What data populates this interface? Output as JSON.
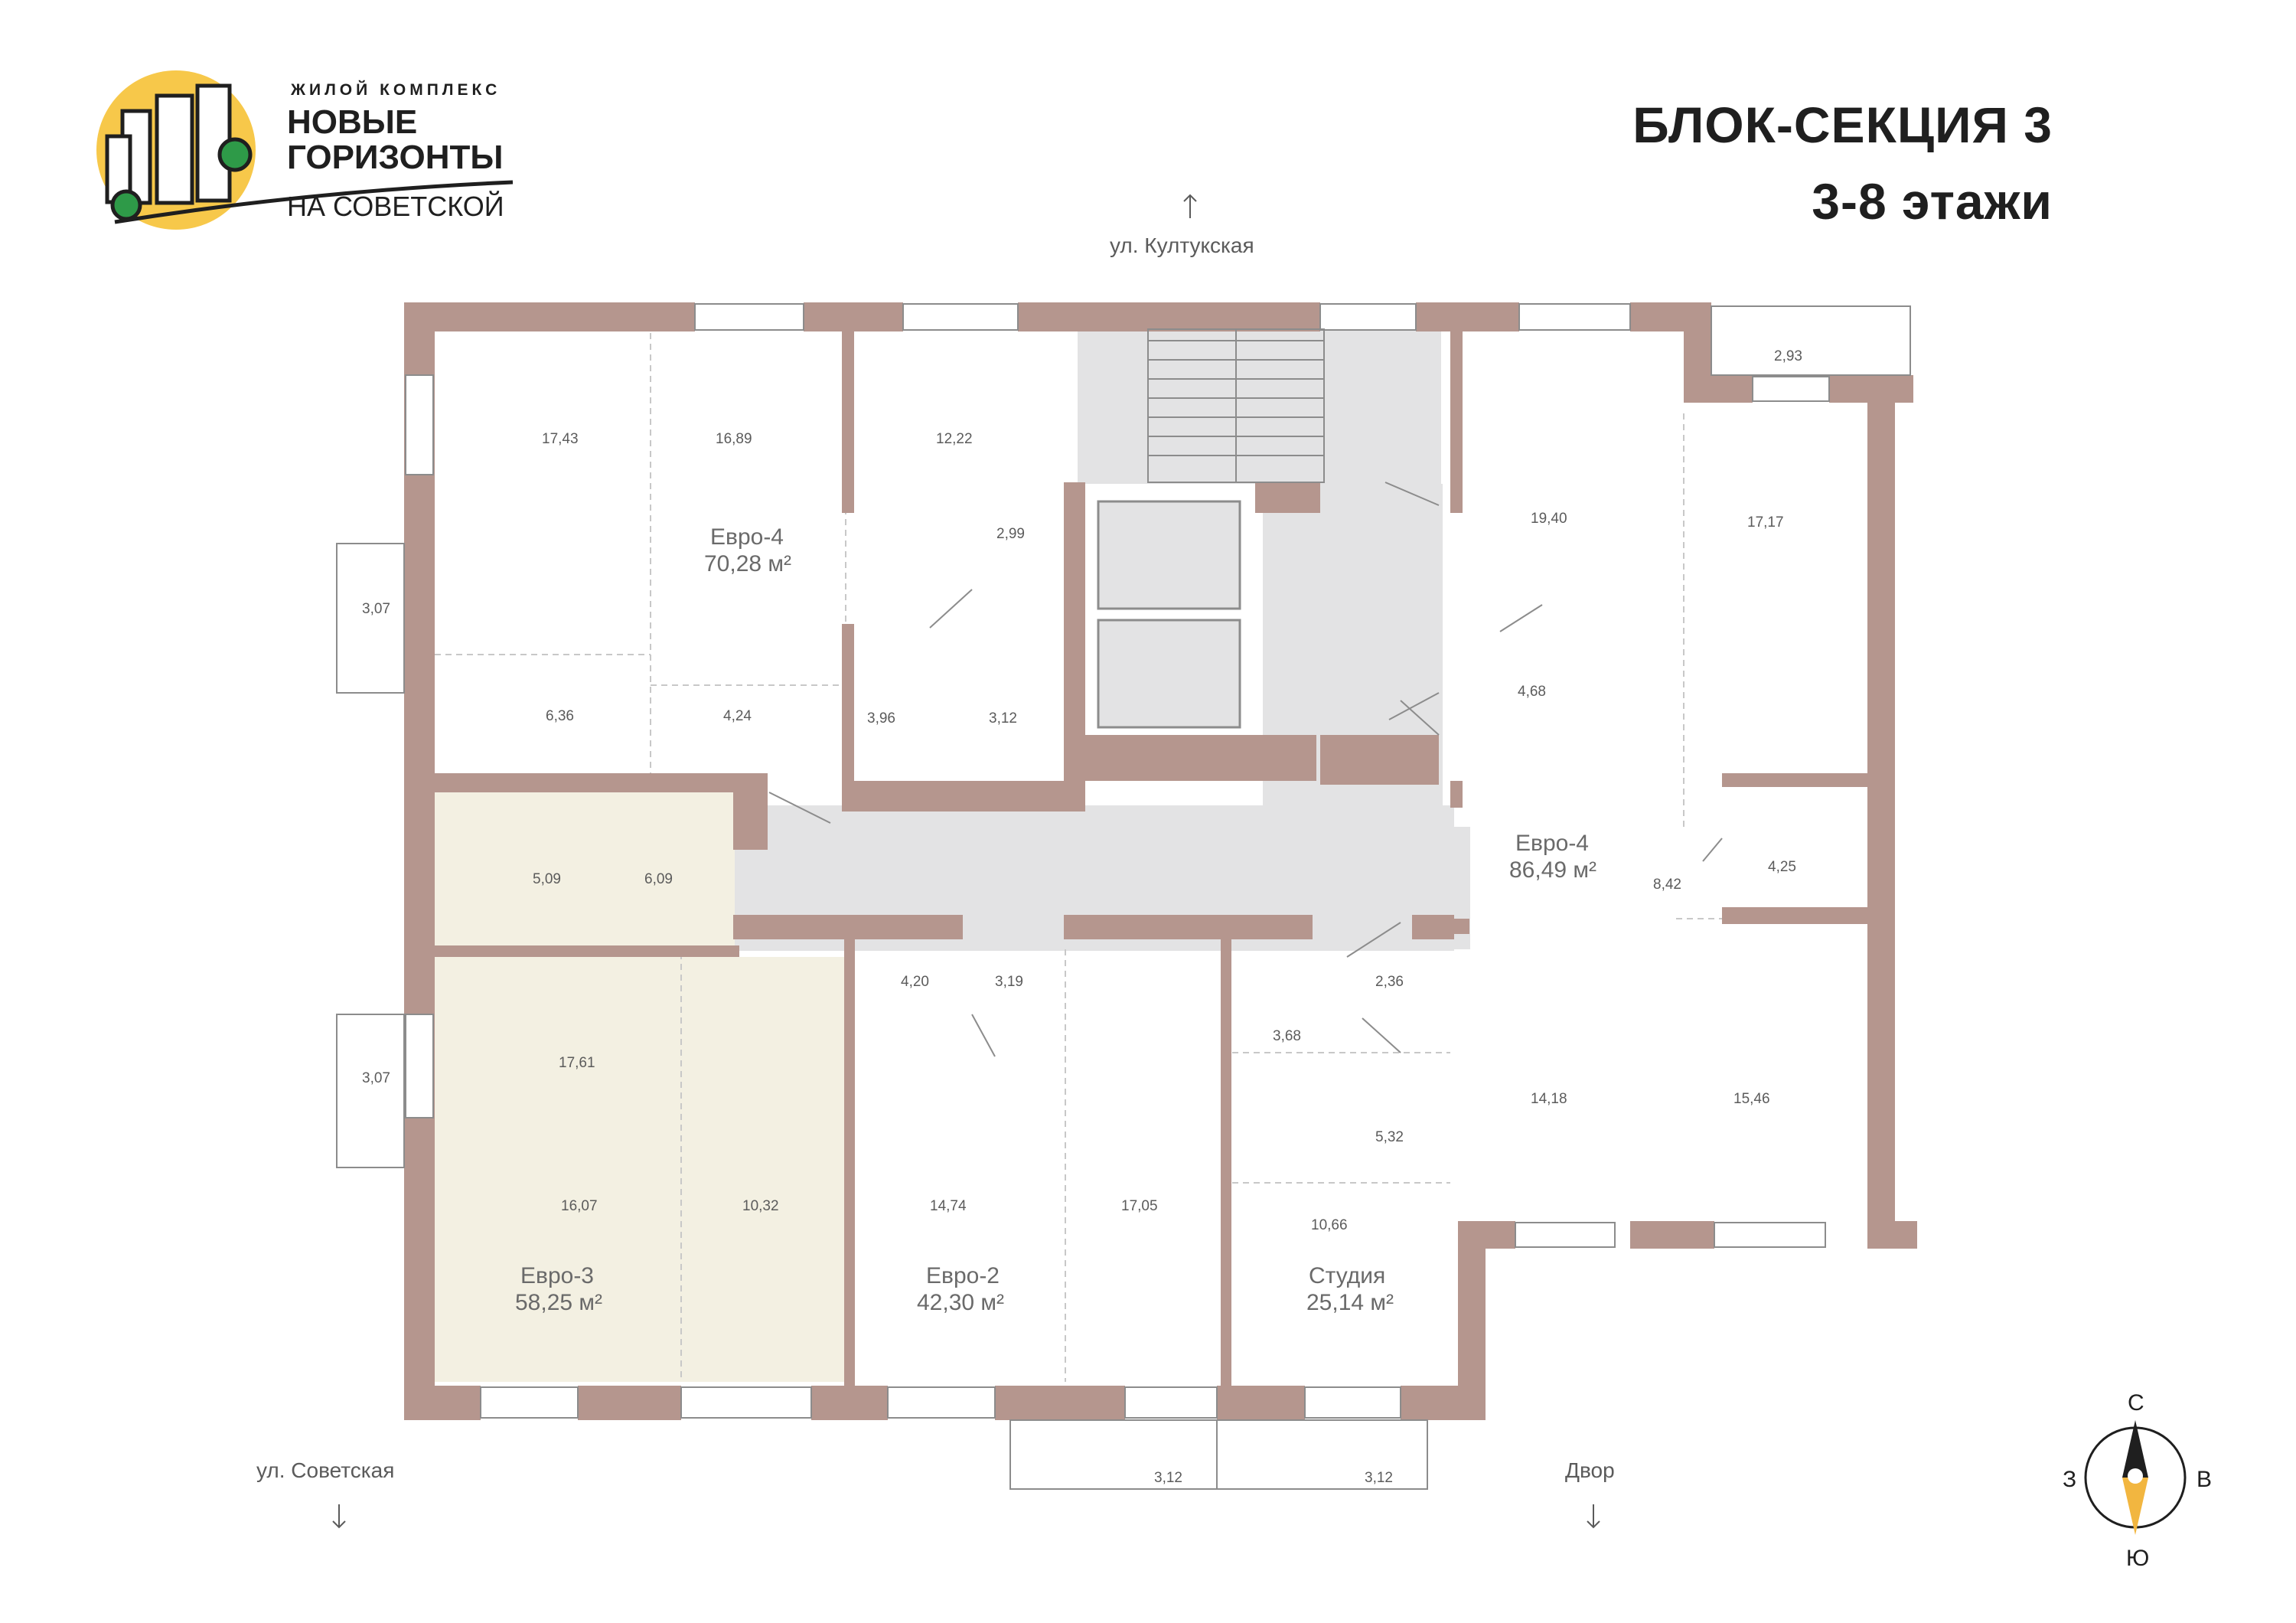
{
  "logo": {
    "kicker": "ЖИЛОЙ КОМПЛЕКС",
    "line1": "НОВЫЕ",
    "line2": "ГОРИЗОНТЫ",
    "line3": "НА СОВЕТСКОЙ"
  },
  "header": {
    "title": "БЛОК-СЕКЦИЯ 3",
    "subtitle": "3-8 этажи"
  },
  "streets": {
    "north": "ул. Култукская",
    "south_west": "ул. Советская",
    "south": "Двор"
  },
  "compass": {
    "north": "С",
    "south": "Ю",
    "west": "З",
    "east": "В"
  },
  "colors": {
    "wall": "#b5968e",
    "common_area": "#e3e3e4",
    "highlight": "#f3f0e2",
    "compass_accent": "#f2b640",
    "logo_circle": "#f7c84a",
    "logo_tree": "#2e9a48",
    "ink": "#1f1f1f"
  },
  "apartments": [
    {
      "name": "Евро-4",
      "area": "70,28 м²"
    },
    {
      "name": "Евро-4",
      "area": "86,49 м²"
    },
    {
      "name": "Евро-3",
      "area": "58,25 м²",
      "highlighted": true
    },
    {
      "name": "Евро-2",
      "area": "42,30 м²"
    },
    {
      "name": "Студия",
      "area": "25,14 м²"
    }
  ],
  "room_areas": [
    "17,43",
    "16,89",
    "12,22",
    "2,99",
    "6,36",
    "4,24",
    "3,96",
    "3,12",
    "3,07",
    "19,40",
    "17,17",
    "2,93",
    "4,68",
    "8,42",
    "4,25",
    "5,09",
    "6,09",
    "17,61",
    "16,07",
    "10,32",
    "3,07",
    "4,20",
    "3,19",
    "14,74",
    "17,05",
    "3,12",
    "2,36",
    "3,68",
    "5,32",
    "10,66",
    "3,12",
    "14,18",
    "15,46"
  ]
}
